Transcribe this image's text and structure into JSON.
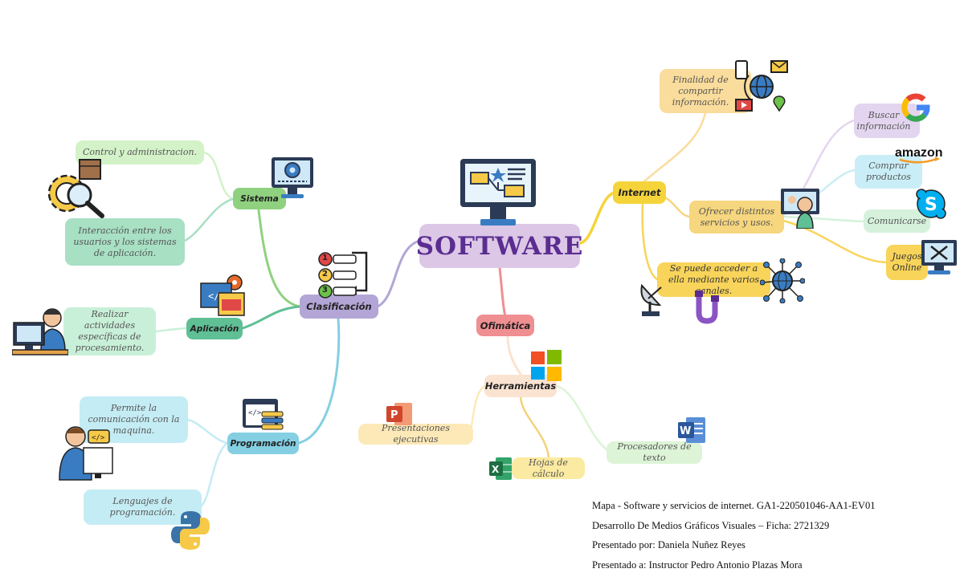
{
  "central": {
    "label": "SOFTWARE"
  },
  "branches": {
    "clasificacion": "Clasificación",
    "sistema": "Sistema",
    "aplicacion": "Aplicación",
    "programacion": "Programación",
    "ofimatica": "Ofimática",
    "herramientas": "Herramientas",
    "internet": "Internet",
    "ofrecer": "Ofrecer distintos servicios y usos."
  },
  "leaves": {
    "control": "Control y administracion.",
    "interaccion": "Interacción entre los usuarios y los sistemas de aplicación.",
    "realizar": "Realizar actividades específicas de procesamiento.",
    "permite": "Permite la comunicación con la maquina.",
    "lenguajes": "Lenguajes de programación.",
    "presentaciones": "Presentaciones ejecutivas",
    "hojas": "Hojas de cálculo",
    "procesadores": "Procesadores de texto",
    "finalidad": "Finalidad de compartir información.",
    "acceder": "Se puede acceder a ella mediante varios canales.",
    "buscar": "Buscar información",
    "comprar": "Comprar productos",
    "comunicarse": "Comunicarse",
    "juegos": "Juegos Online"
  },
  "icon_labels": {
    "amazon": "amazon",
    "list_numbers": [
      "1",
      "2",
      "3"
    ]
  },
  "credits": [
    "Mapa - Software y servicios de internet. GA1-220501046-AA1-EV01",
    "Desarrollo De Medios Gráficos Visuales – Ficha: 2721329",
    "Presentado por: Daniela Nuñez Reyes",
    "Presentado a: Instructor Pedro Antonio Plazas Mora"
  ],
  "colors": {
    "central": "#dcc7e6",
    "clasificacion": "#b3a6d6",
    "sistema": "#8fd17f",
    "aplicacion": "#5fbf95",
    "programacion": "#84cfe2",
    "ofimatica": "#ef8f92",
    "herramientas": "#fbe3d1",
    "internet": "#f5d43b",
    "ofrecer": "#f6d67e",
    "finalidad": "#fadc9c",
    "acceder": "#f8d45a",
    "control": "#d3f2c8",
    "interaccion": "#a8e0c4",
    "realizar": "#c8f0d8",
    "permite": "#c4ecf4",
    "lenguajes": "#c4ecf4",
    "presentaciones": "#fde9b8",
    "hojas": "#fbeaa1",
    "procesadores": "#ddf4d7",
    "buscar": "#e3d5ef",
    "comprar": "#caeef7",
    "comunicarse": "#d5f1dc",
    "juegos": "#f8d45a"
  }
}
